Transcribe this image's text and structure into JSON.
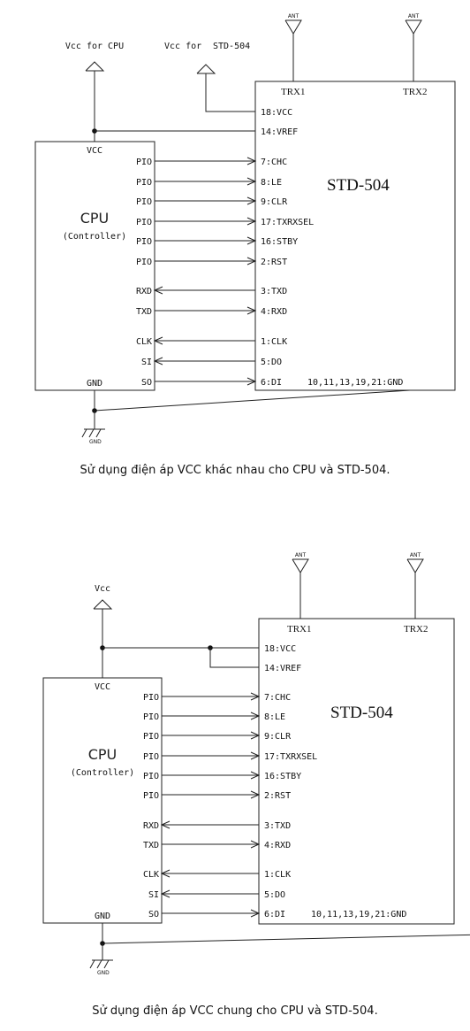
{
  "diagrams": [
    {
      "vcc_labels": [
        "Vcc for CPU",
        "Vcc for ",
        "STD-504"
      ],
      "caption": "Sử dụng điện áp VCC khác nhau cho CPU và STD-504."
    },
    {
      "vcc_labels": [
        "Vcc"
      ],
      "caption": "Sử dụng điện áp VCC chung cho CPU và STD-504."
    }
  ],
  "module": {
    "name": "STD-504",
    "ant_label": "ANT",
    "trx1": "TRX1",
    "trx2": "TRX2",
    "power_pins": [
      "18:VCC",
      "14:VREF"
    ],
    "gnd_pins": "10,11,13,19,21:GND"
  },
  "cpu": {
    "title": "CPU",
    "subtitle": "(Controller)",
    "vcc": "VCC",
    "gnd": "GND"
  },
  "ground_label": "GND",
  "signals": [
    {
      "cpu": "PIO",
      "mod": "7:CHC",
      "dir": "to_module"
    },
    {
      "cpu": "PIO",
      "mod": "8:LE",
      "dir": "to_module"
    },
    {
      "cpu": "PIO",
      "mod": "9:CLR",
      "dir": "to_module"
    },
    {
      "cpu": "PIO",
      "mod": "17:TXRXSEL",
      "dir": "to_module"
    },
    {
      "cpu": "PIO",
      "mod": "16:STBY",
      "dir": "to_module"
    },
    {
      "cpu": "PIO",
      "mod": "2:RST",
      "dir": "to_module"
    },
    {
      "cpu": "RXD",
      "mod": "3:TXD",
      "dir": "to_cpu"
    },
    {
      "cpu": "TXD",
      "mod": "4:RXD",
      "dir": "to_module"
    },
    {
      "cpu": "CLK",
      "mod": "1:CLK",
      "dir": "to_cpu"
    },
    {
      "cpu": "SI",
      "mod": "5:DO",
      "dir": "to_cpu"
    },
    {
      "cpu": "SO",
      "mod": "6:DI",
      "dir": "to_module"
    }
  ]
}
